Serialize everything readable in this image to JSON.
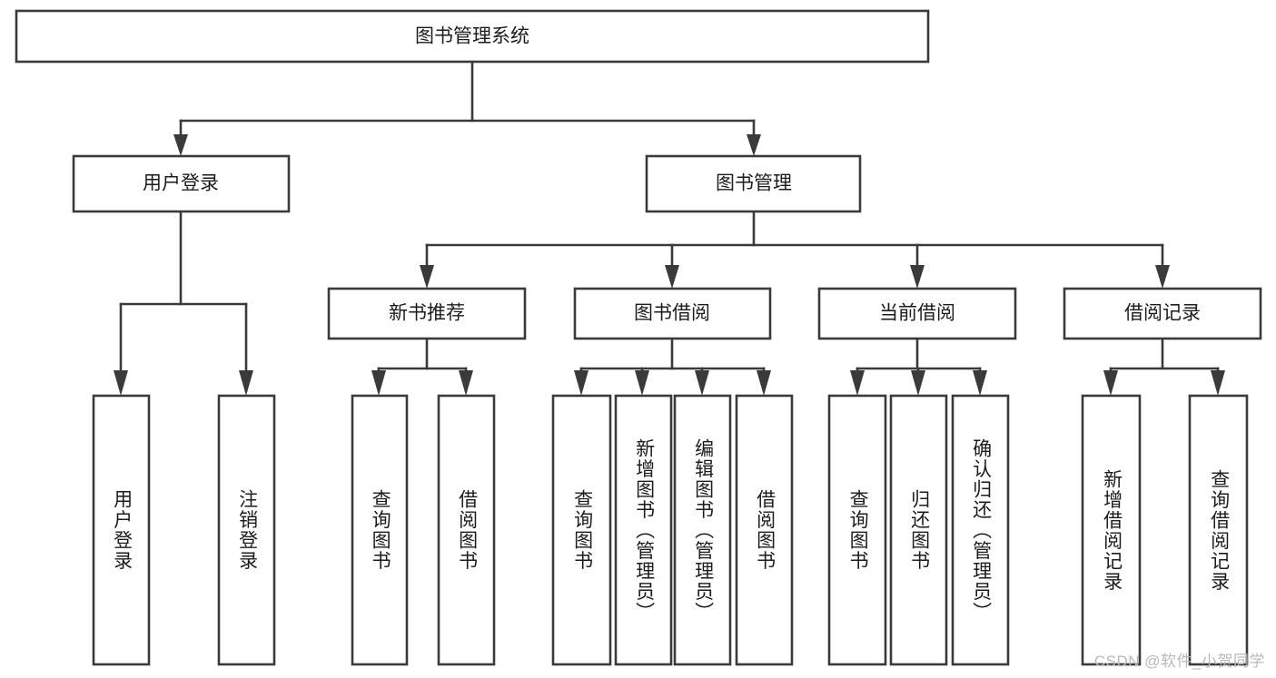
{
  "diagram": {
    "type": "tree-hierarchy",
    "title": "图书管理系统",
    "watermark": "CSDN @软件_小贺同学",
    "colors": {
      "stroke": "#3a3a3a",
      "box_fill": "#ffffff",
      "text": "#1c1c1c",
      "background": "#ffffff",
      "watermark": "#b9b9b9"
    },
    "root": {
      "label": "图书管理系统",
      "orientation": "horizontal"
    },
    "level2": [
      {
        "label": "用户登录",
        "orientation": "horizontal"
      },
      {
        "label": "图书管理",
        "orientation": "horizontal"
      }
    ],
    "level3": [
      {
        "label": "新书推荐",
        "orientation": "horizontal"
      },
      {
        "label": "图书借阅",
        "orientation": "horizontal"
      },
      {
        "label": "当前借阅",
        "orientation": "horizontal"
      },
      {
        "label": "借阅记录",
        "orientation": "horizontal"
      }
    ],
    "leaves": [
      {
        "label": "用户登录",
        "parent": "用户登录",
        "orientation": "vertical"
      },
      {
        "label": "注销登录",
        "parent": "用户登录",
        "orientation": "vertical"
      },
      {
        "label": "查询图书",
        "parent": "新书推荐",
        "orientation": "vertical"
      },
      {
        "label": "借阅图书",
        "parent": "新书推荐",
        "orientation": "vertical"
      },
      {
        "label": "查询图书",
        "parent": "图书借阅",
        "orientation": "vertical"
      },
      {
        "label": "新增图书（管理员）",
        "parent": "图书借阅",
        "orientation": "vertical"
      },
      {
        "label": "编辑图书（管理员）",
        "parent": "图书借阅",
        "orientation": "vertical"
      },
      {
        "label": "借阅图书",
        "parent": "图书借阅",
        "orientation": "vertical"
      },
      {
        "label": "查询图书",
        "parent": "当前借阅",
        "orientation": "vertical"
      },
      {
        "label": "归还图书",
        "parent": "当前借阅",
        "orientation": "vertical"
      },
      {
        "label": "确认归还（管理员）",
        "parent": "当前借阅",
        "orientation": "vertical"
      },
      {
        "label": "新增借阅记录",
        "parent": "借阅记录",
        "orientation": "vertical"
      },
      {
        "label": "查询借阅记录",
        "parent": "借阅记录",
        "orientation": "vertical"
      }
    ]
  }
}
